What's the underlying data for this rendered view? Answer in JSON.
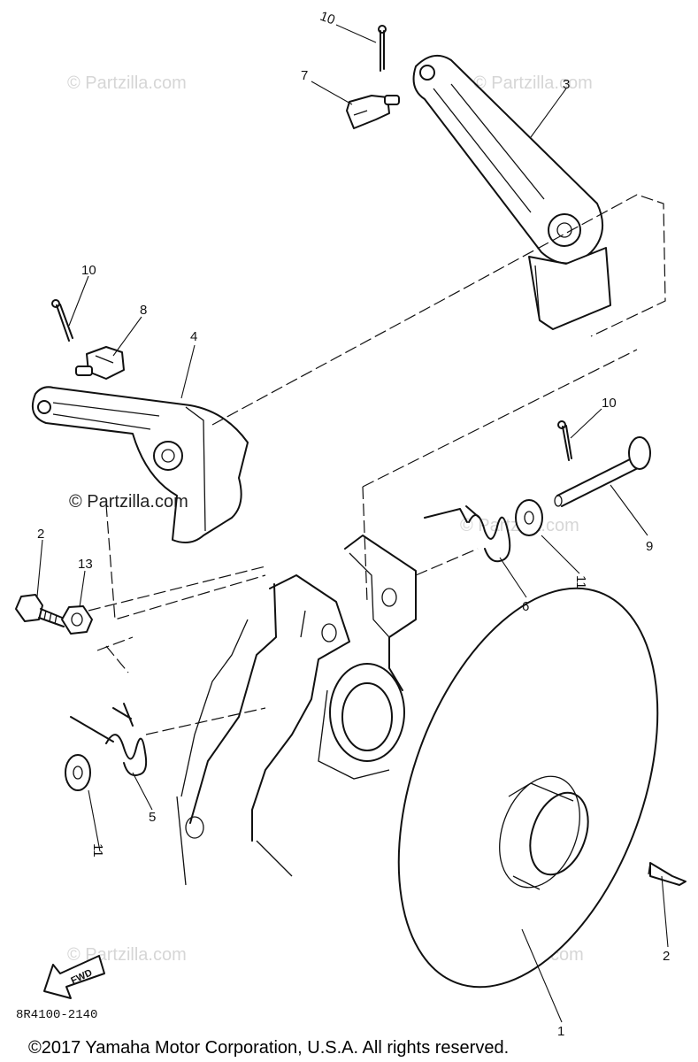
{
  "labels": {
    "p10a": "10",
    "p7": "7",
    "p3": "3",
    "p10b": "10",
    "p8": "8",
    "p4": "4",
    "p10c": "10",
    "p9": "9",
    "p2a": "2",
    "p13": "13",
    "p6": "6",
    "p11a": "11",
    "p5": "5",
    "p11b": "11",
    "p2b": "2",
    "p1": "1"
  },
  "watermark_text": "© Partzilla.com",
  "fwd_arrow_text": "FWD",
  "diagram_code": "8R4100-2140",
  "copyright": "©2017 Yamaha Motor Corporation, U.S.A. All rights reserved."
}
